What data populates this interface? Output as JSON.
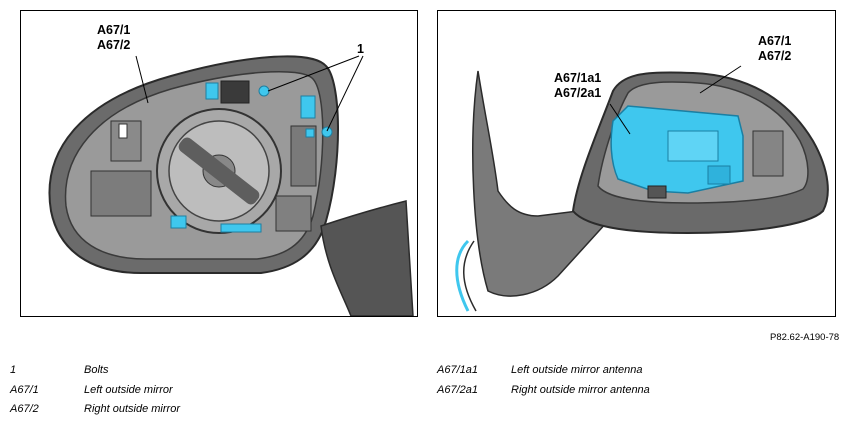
{
  "figure": {
    "left_callouts": {
      "mirror_codes": [
        "A67/1",
        "A67/2"
      ],
      "bolts_code": "1"
    },
    "right_callouts": {
      "antenna_codes": [
        "A67/1a1",
        "A67/2a1"
      ],
      "mirror_codes": [
        "A67/1",
        "A67/2"
      ]
    },
    "reference": "P82.62-A190-78"
  },
  "legend": [
    {
      "code": "1",
      "text": "Bolts"
    },
    {
      "code": "A67/1",
      "text": "Left outside mirror"
    },
    {
      "code": "A67/2",
      "text": "Right outside mirror"
    },
    {
      "code": "A67/1a1",
      "text": "Left outside mirror antenna"
    },
    {
      "code": "A67/2a1",
      "text": "Right outside mirror antenna"
    }
  ],
  "colors": {
    "highlight": "#3fc7ee",
    "housing": "#5a5a5a",
    "frame": "#000000"
  }
}
